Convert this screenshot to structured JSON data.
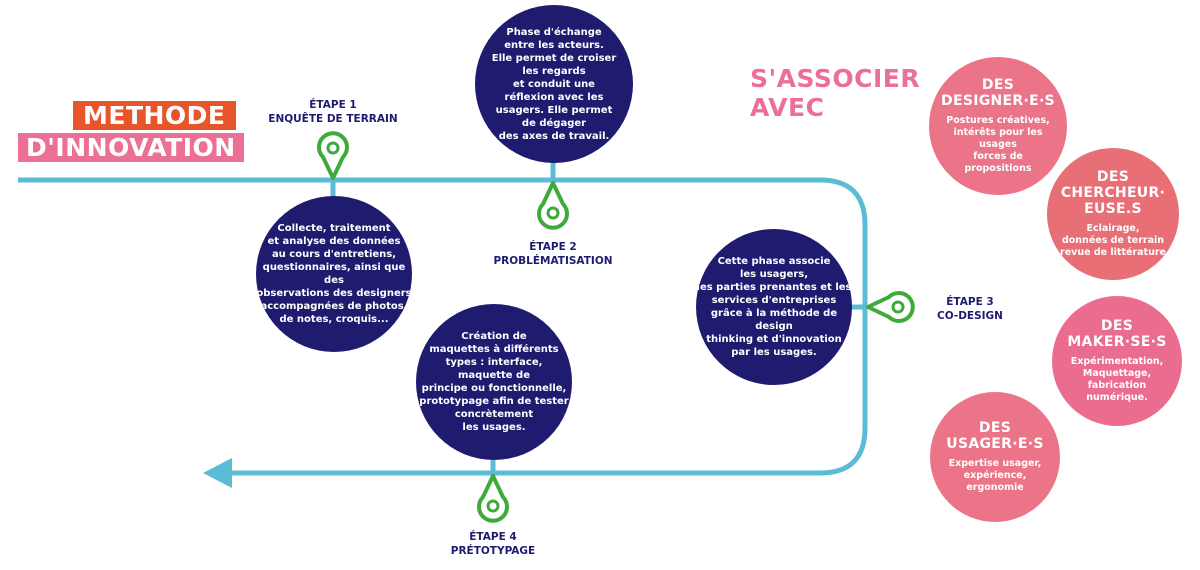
{
  "title": {
    "line1": "METHODE",
    "line2": "D'INNOVATION"
  },
  "colors": {
    "line": "#5bbcd6",
    "pin": "#3eaa3a",
    "circle": "#1f1c70",
    "title_orange": "#e8552a",
    "title_pink": "#ec6f95",
    "partner_pink": "#ec7488"
  },
  "steps": [
    {
      "label": "ÉTAPE 1\nENQUÊTE DE TERRAIN",
      "description": "Collecte, traitement\net analyse des données\nau cours d'entretiens,\nquestionnaires, ainsi que des\nobservations des designers\naccompagnées de photos,\nde notes, croquis..."
    },
    {
      "label": "ÉTAPE 2\nPROBLÉMATISATION",
      "description": "Phase d'échange\nentre les acteurs.\nElle permet de croiser\nles regards\net conduit une\nréflexion avec les\nusagers. Elle permet\nde dégager\ndes axes de travail."
    },
    {
      "label": "ÉTAPE 3\nCO-DESIGN",
      "description": "Cette phase associe\nles usagers,\nles parties prenantes et les\nservices d'entreprises\ngrâce à la méthode de design\nthinking et d'innovation\npar les usages."
    },
    {
      "label": "ÉTAPE 4\nPRÉTOTYPAGE",
      "description": "Création de\nmaquettes à différents\ntypes : interface,\nmaquette de\nprincipe ou fonctionnelle,\nprototypage afin de tester\nconcrètement\nles usages."
    }
  ],
  "associate": {
    "title": "S'ASSOCIER\nAVEC",
    "partners": [
      {
        "name": "DES\nDESIGNER·E·S",
        "description": "Postures créatives,\nintérêts pour les usages\nforces de\npropositions"
      },
      {
        "name": "DES\nCHERCHEUR·\nEUSE.S",
        "description": "Eclairage,\ndonnées de terrain\nrevue de littérature"
      },
      {
        "name": "DES\nMAKER·SE·S",
        "description": "Expérimentation,\nMaquettage,\nfabrication\nnumérique."
      },
      {
        "name": "DES\nUSAGER·E·S",
        "description": "Expertise usager,\nexpérience,\nergonomie"
      }
    ]
  }
}
